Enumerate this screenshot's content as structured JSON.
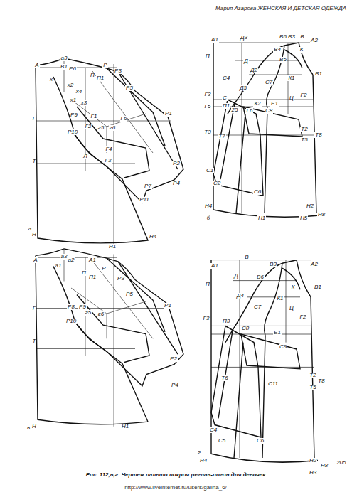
{
  "diagram": {
    "caption": "Рис. 112,в,г. Чертеж пальто покроя реглан-погон для девочек",
    "labels": [
      "Мария Азарова ЖЕНСКАЯ И ДЕТСКАЯ ОДЕЖДА",
      "205",
      "А",
      "а3",
      "В1",
      "Р6",
      "х",
      "Р",
      "Р3",
      "П",
      "П1",
      "Р5",
      "х2",
      "х4",
      "х1",
      "х3",
      "Р1",
      "Г",
      "Р9",
      "Г1",
      "Г6",
      "Р10",
      "г5",
      "г6",
      "Г2",
      "Р2",
      "Т",
      "Г4",
      "Г3",
      "Л",
      "Р4",
      "Р7",
      "Р11",
      "Н",
      "Н1",
      "Н4",
      "а",
      "А1",
      "Д3",
      "В6",
      "В3",
      "В",
      "А2",
      "П",
      "Д",
      "Д2",
      "В4",
      "В5",
      "К",
      "В1",
      "С4",
      "Д5",
      "С7",
      "К1",
      "Ц",
      "Г3",
      "Г5",
      "С",
      "П1",
      "25",
      "Г6",
      "К2",
      "С8",
      "Е1",
      "Г2",
      "Т3",
      "Т7",
      "Т2",
      "Т5",
      "Т8",
      "С1",
      "С2",
      "С6",
      "Н4",
      "Н1",
      "Н5",
      "Н2",
      "Н8",
      "б",
      "А",
      "а3",
      "а1",
      "а2",
      "А1",
      "П",
      "П1",
      "Р",
      "Р3",
      "Р5",
      "Г",
      "Р8",
      "Р9",
      "г5",
      "г6",
      "Р1",
      "Р10",
      "Т",
      "Р2",
      "Р4",
      "Н",
      "Н1",
      "в",
      "А1",
      "В",
      "В3",
      "А2",
      "В6",
      "Д",
      "П",
      "К",
      "В1",
      "Д4",
      "С7",
      "К1",
      "Ц",
      "Г3",
      "П3",
      "С8",
      "Г2",
      "Е1",
      "С9",
      "Т6",
      "С11",
      "Т2",
      "Т8",
      "Т5",
      "С4",
      "С5",
      "С6",
      "Н4",
      "Н2",
      "Н3",
      "Н8",
      "г",
      "http://www.liveinternet.ru/users/galina_6/"
    ]
  }
}
